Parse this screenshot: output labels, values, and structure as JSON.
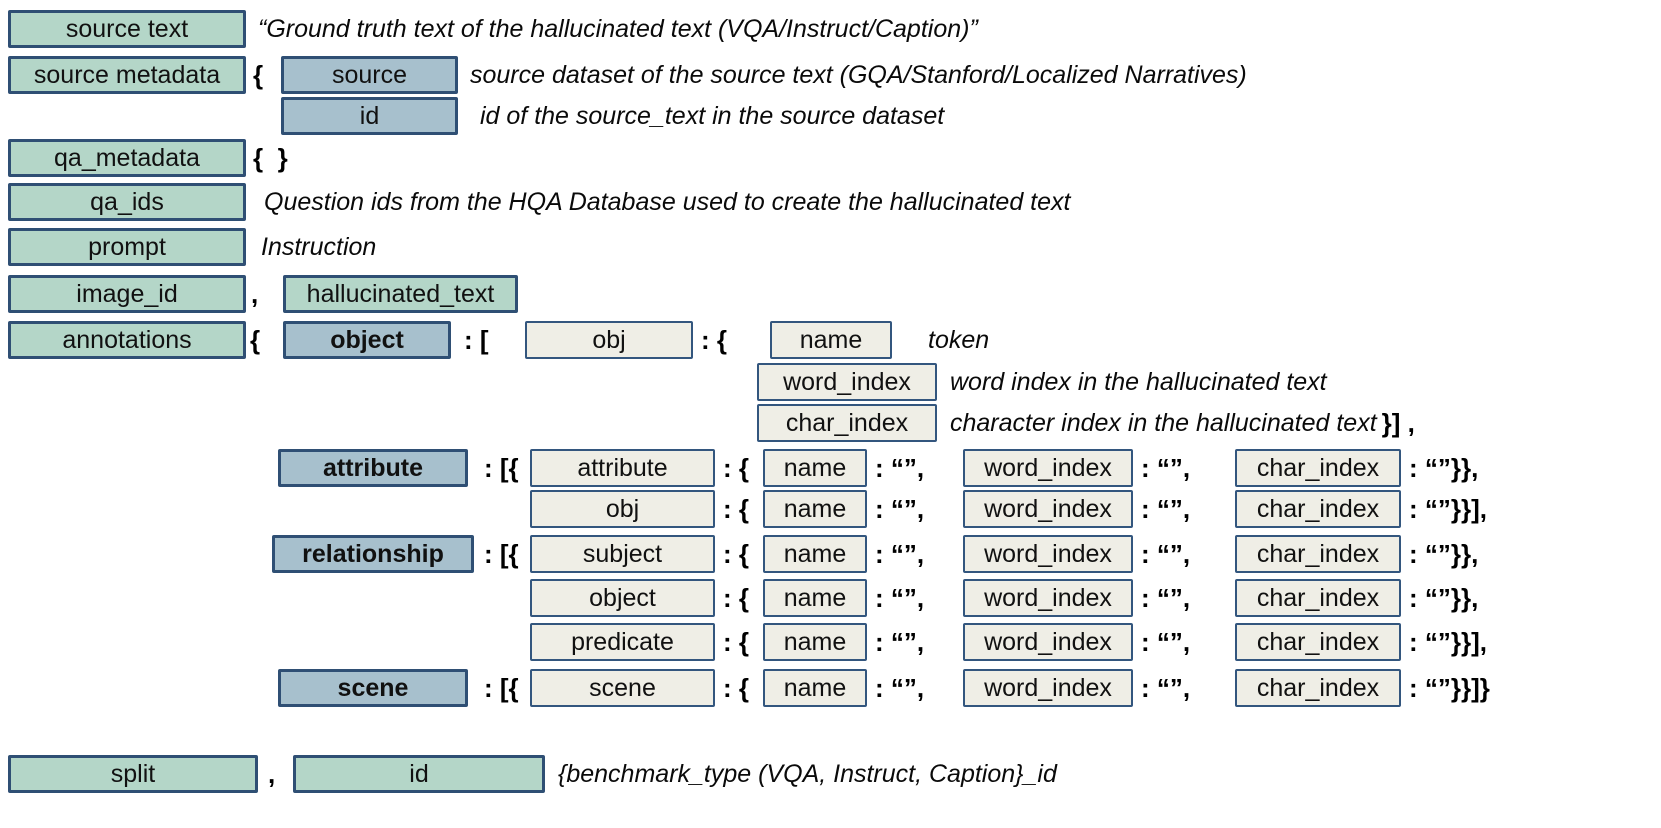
{
  "colors": {
    "teal_box": "#b4d6c8",
    "blue_box": "#a7c0cd",
    "beige_box": "#efeee6",
    "border": "#2f4f74"
  },
  "rows": {
    "source_text": {
      "label": "source text",
      "desc": "“Ground truth text of the hallucinated text (VQA/Instruct/Caption)”"
    },
    "source_metadata": {
      "label": "source metadata",
      "brace": "{",
      "source": {
        "label": "source",
        "desc": "source dataset of the source text (GQA/Stanford/Localized Narratives)"
      },
      "id": {
        "label": "id",
        "desc": "id of the source_text in the source dataset"
      }
    },
    "qa_metadata": {
      "label": "qa_metadata",
      "value": "{  }"
    },
    "qa_ids": {
      "label": "qa_ids",
      "desc": "Question ids from the HQA Database used to create the hallucinated text"
    },
    "prompt": {
      "label": "prompt",
      "desc": "Instruction"
    },
    "image_row": {
      "image_id": "image_id",
      "comma": ",",
      "hallucinated_text": "hallucinated_text"
    },
    "annotations": {
      "label": "annotations",
      "brace": "{",
      "object": {
        "lead": "object",
        "open": ": [",
        "inner": "obj",
        "colon": ": {",
        "name": "name",
        "name_desc": "token",
        "word_index": "word_index",
        "word_desc": "word index in the hallucinated text",
        "char_index": "char_index",
        "char_desc": "character index in the hallucinated text",
        "char_tail": "}] ,"
      }
    },
    "split_row": {
      "split": "split",
      "comma": ",",
      "id": "id",
      "desc": "{benchmark_type (VQA, Instruct, Caption}_id"
    }
  },
  "grid": [
    {
      "lead": "attribute",
      "open": ": [{",
      "inner": "attribute",
      "colon": ": {",
      "name": "name",
      "p1": ": “”,",
      "word_index": "word_index",
      "p2": ": “”,",
      "char_index": "char_index",
      "tail": ": “”}},"
    },
    {
      "inner": "obj",
      "colon": ": {",
      "name": "name",
      "p1": ": “”,",
      "word_index": "word_index",
      "p2": ": “”,",
      "char_index": "char_index",
      "tail": ": “”}}],"
    },
    {
      "lead": "relationship",
      "open": ": [{",
      "inner": "subject",
      "colon": ": {",
      "name": "name",
      "p1": ": “”,",
      "word_index": "word_index",
      "p2": ": “”,",
      "char_index": "char_index",
      "tail": ": “”}},"
    },
    {
      "inner": "object",
      "colon": ": {",
      "name": "name",
      "p1": ": “”,",
      "word_index": "word_index",
      "p2": ": “”,",
      "char_index": "char_index",
      "tail": ": “”}},"
    },
    {
      "inner": "predicate",
      "colon": ": {",
      "name": "name",
      "p1": ": “”,",
      "word_index": "word_index",
      "p2": ": “”,",
      "char_index": "char_index",
      "tail": ": “”}}],"
    },
    {
      "lead": "scene",
      "open": ": [{",
      "inner": "scene",
      "colon": ": {",
      "name": "name",
      "p1": ": “”,",
      "word_index": "word_index",
      "p2": ": “”,",
      "char_index": "char_index",
      "tail": ": “”}}]}"
    }
  ]
}
